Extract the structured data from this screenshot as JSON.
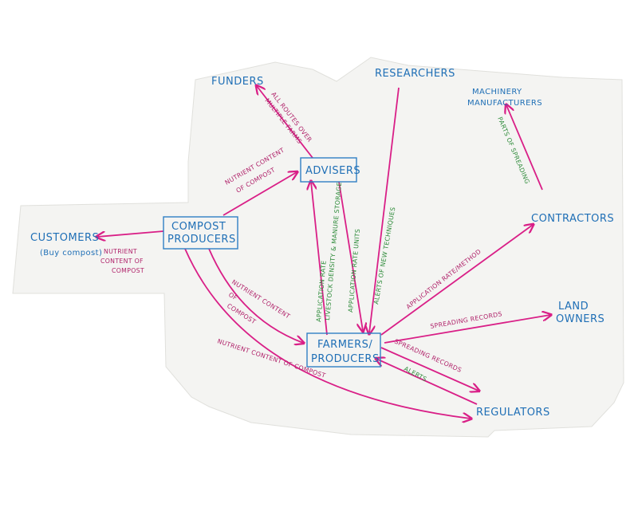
{
  "colors": {
    "node_text": "#1f6fb6",
    "arrow": "#d91f87",
    "label_pink": "#b0226a",
    "label_green": "#2e8b3a",
    "paper": "#f4f4f2"
  },
  "nodes": {
    "funders": "FUNDERS",
    "researchers": "RESEARCHERS",
    "machinery_1": "MACHINERY",
    "machinery_2": "MANUFACTURERS",
    "advisers": "ADVISERS",
    "compost_1": "COMPOST",
    "compost_2": "PRODUCERS",
    "customers": "CUSTOMERS",
    "customers_sub": "(Buy compost)",
    "contractors": "CONTRACTORS",
    "landowners_1": "LAND",
    "landowners_2": "OWNERS",
    "farmers_1": "FARMERS/",
    "farmers_2": "PRODUCERS",
    "regulators": "REGULATORS"
  },
  "labels": {
    "funders_1": "ALL ROUTES OVER",
    "funders_2": "MULTIPLE FARMS",
    "adv_1": "NUTRIENT CONTENT",
    "adv_2": "OF COMPOST",
    "cust_1": "NUTRIENT",
    "cust_2": "CONTENT OF",
    "cust_3": "COMPOST",
    "farm_1": "NUTRIENT CONTENT",
    "farm_2": "OF",
    "farm_3": "COMPOST",
    "reg_long": "NUTRIENT CONTENT OF COMPOST",
    "app_rate": "APPLICATION RATE",
    "livestock": "LIVESTOCK DENSITY & MANURE STORAGE",
    "app_units": "APPLICATION RATE UNITS",
    "alerts_new": "ALERTS OF NEW TECHNIQUES",
    "parts": "PARTS OF SPREADING",
    "app_method": "APPLICATION RATE/METHOD",
    "spread_land": "SPREADING RECORDS",
    "spread_reg": "SPREADING RECORDS",
    "alerts": "ALERTS"
  }
}
